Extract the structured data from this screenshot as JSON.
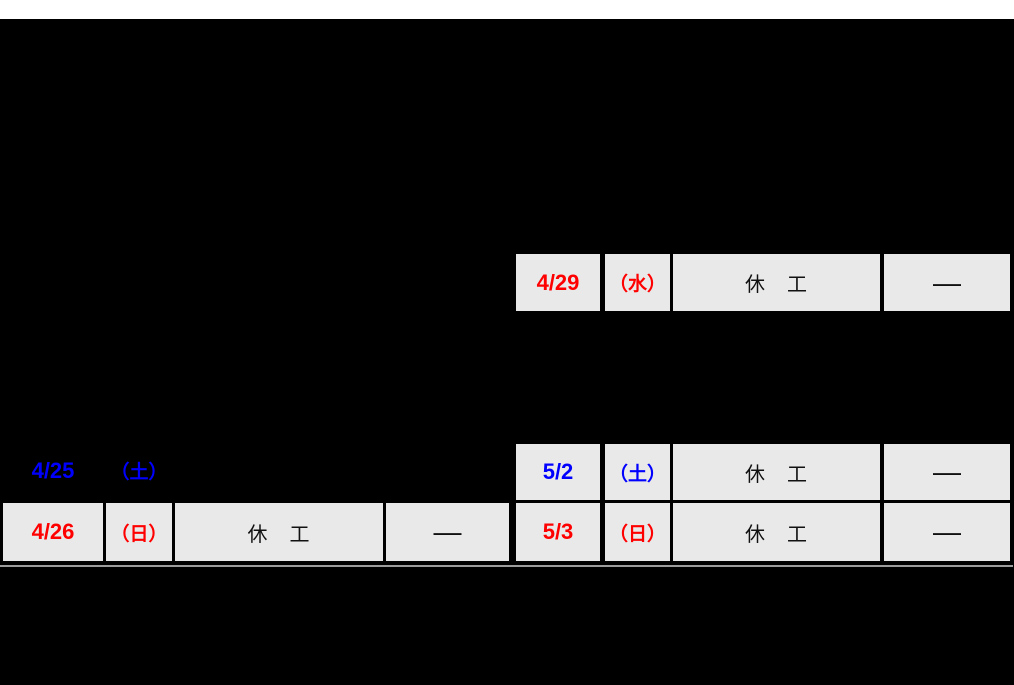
{
  "colors": {
    "background": "#000000",
    "top_strip": "#ffffff",
    "cell_background": "#e9e9e9",
    "grid_border": "#000000",
    "saturday_text": "#0000ff",
    "holiday_sunday_text": "#ff0000",
    "body_text": "#111111",
    "bottom_rule": "#9c9c9c"
  },
  "schedule": {
    "left_rows": [
      {
        "date": "4/25",
        "day": "（土）",
        "status": "",
        "note": "",
        "color": "#0000ff"
      },
      {
        "date": "4/26",
        "day": "（日）",
        "status": "休　工",
        "note": "―",
        "color": "#ff0000"
      }
    ],
    "right_rows": [
      {
        "date": "4/29",
        "day": "（水）",
        "status": "休　工",
        "note": "―",
        "color": "#ff0000"
      },
      {
        "date": "5/2",
        "day": "（土）",
        "status": "休　工",
        "note": "―",
        "color": "#0000ff"
      },
      {
        "date": "5/3",
        "day": "（日）",
        "status": "休　工",
        "note": "―",
        "color": "#ff0000"
      }
    ]
  }
}
